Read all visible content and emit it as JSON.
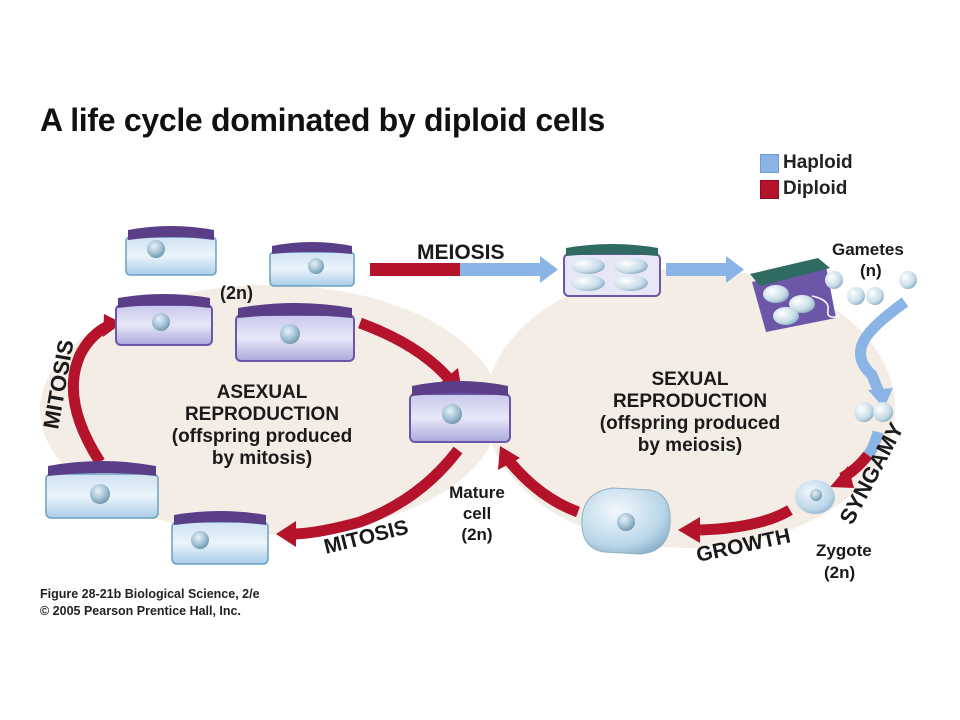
{
  "title": "A life cycle dominated by diploid cells",
  "legend": [
    {
      "label": "Haploid",
      "color": "#8ab4e6"
    },
    {
      "label": "Diploid",
      "color": "#b5132b"
    }
  ],
  "labels": {
    "two_n": "(2n)",
    "meiosis": "MEIOSIS",
    "gametes_line1": "Gametes",
    "gametes_line2": "(n)",
    "mitosis_left": "MITOSIS",
    "mitosis_bottom": "MITOSIS",
    "syngamy": "SYNGAMY",
    "growth": "GROWTH",
    "zygote_line1": "Zygote",
    "zygote_line2": "(2n)",
    "mature_line1": "Mature",
    "mature_line2": "cell",
    "mature_line3": "(2n)"
  },
  "asexual": {
    "line1": "ASEXUAL",
    "line2": "REPRODUCTION",
    "line3": "(offspring produced",
    "line4": "by mitosis)"
  },
  "sexual": {
    "line1": "SEXUAL",
    "line2": "REPRODUCTION",
    "line3": "(offspring produced",
    "line4": "by meiosis)"
  },
  "caption": {
    "line1": "Figure 28-21b  Biological Science, 2/e",
    "line2": "© 2005 Pearson Prentice Hall, Inc."
  }
}
